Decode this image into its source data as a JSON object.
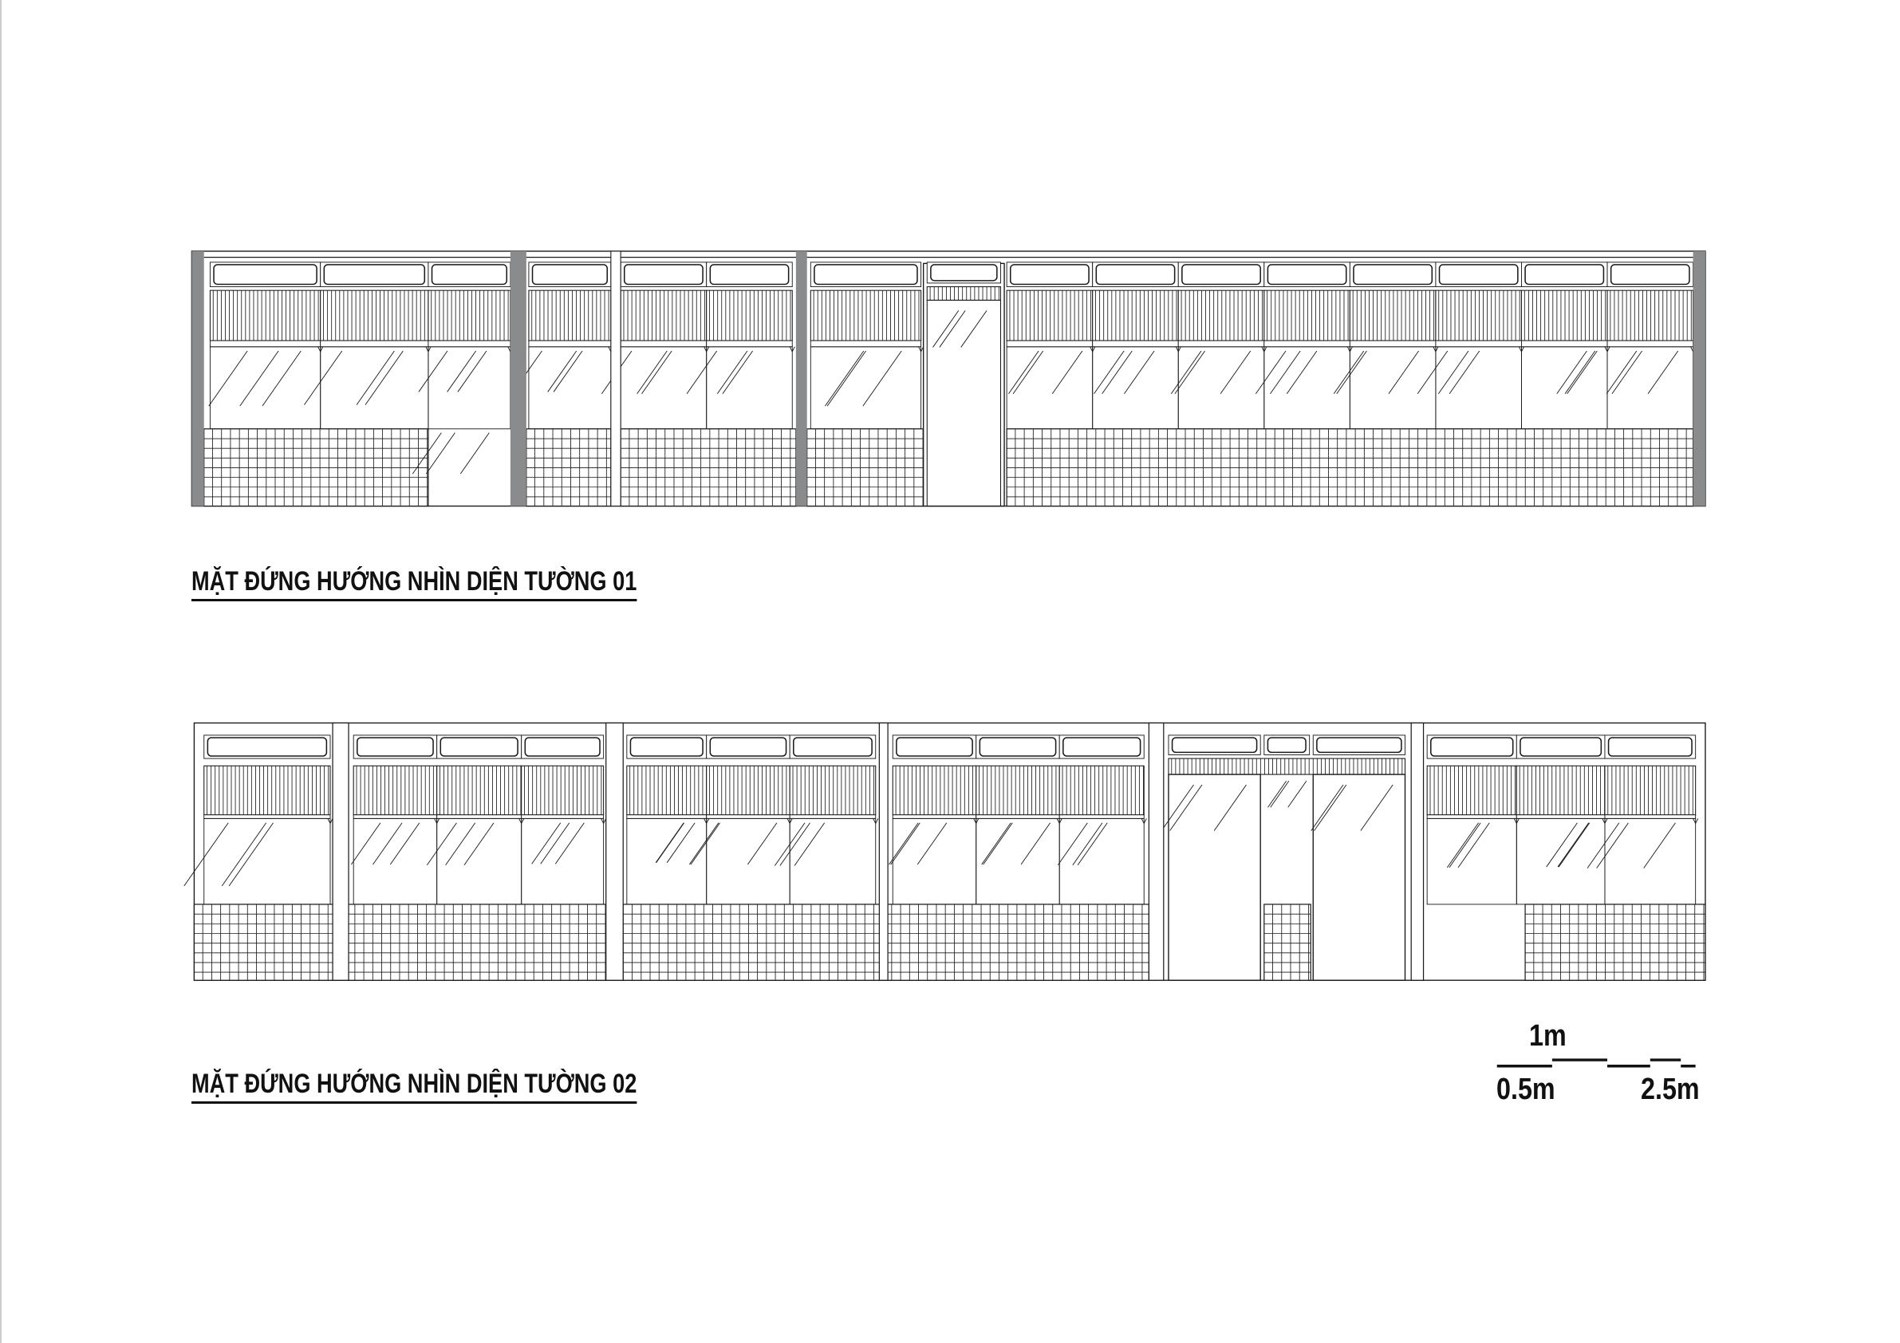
{
  "elevation_1": {
    "title": "MẶT ĐỨNG HƯỚNG NHÌN DIỆN TƯỜNG 01"
  },
  "elevation_2": {
    "title": "MẶT ĐỨNG HƯỚNG NHÌN DIỆN TƯỜNG 02"
  },
  "scale_bar": {
    "top_label": "1m",
    "left_label": "0.5m",
    "right_label": "2.5m"
  },
  "colors": {
    "line": "#1a1a1a",
    "column": "#8a8b8d"
  }
}
